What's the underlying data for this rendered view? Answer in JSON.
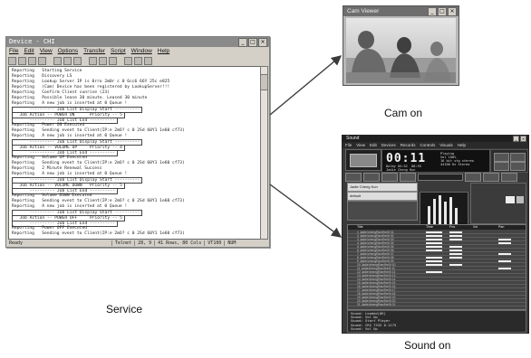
{
  "figure": {
    "captions": {
      "cam": "Cam on",
      "service": "Service",
      "sound": "Sound on"
    }
  },
  "terminal": {
    "title": "Device - CHI",
    "menu": [
      "File",
      "Edit",
      "View",
      "Options",
      "Transfer",
      "Script",
      "Window",
      "Help"
    ],
    "log_lines": [
      "Reporting   Starting Service",
      "Reporting   Discovery LS",
      "Reporting   Lookup Server IP is 0rro 2m0r c 0 6cc6 66Y 25c e825",
      "Reporting   (Cam) Device has been registered by LookupServer!!!",
      "Reporting   Confirm Client sunrise (23)",
      "Reporting   Possible lease 30 minute. Leased 30 minute",
      "Reporting   A new job is inserted at 0 Queue !",
      "      ---------- Job List Display Start ----------",
      "  Job Action -- POWER ON      Priority -- 5",
      "      ---------- Job List End ----------",
      "Reporting   Power ON Executed",
      "Reporting   Sending event to Client(IP:e 2mO? c 0 2Sd 60Y1 1e60 cf73)",
      "Reporting   A new job is inserted at 0 Queue !",
      "      ---------- Job List Display Start ----------",
      "  Job Action -- VOLUME UP     Priority -- 4",
      "      ---------- Job List End ----------",
      "Reporting   Volume UP Executed",
      "Reporting   Sending event to Client(IP:e 2mO? c 0 2Sd 60Y1 1e60 cf73)",
      "Reporting   2 Minute Renewal Success",
      "Reporting   A new job is inserted at 0 Queue !",
      "      ---------- Job List Display Start ----------",
      "  Job Action -- VOLUME DOWN   Priority -- 5",
      "      ---------- Job List End ----------",
      "Reporting   Volume DOWN Executed",
      "Reporting   Sending event to Client(IP:e 2mO? c 0 2Sd 60Y1 1e60 cf73)",
      "Reporting   A new job is inserted at 0 Queue !",
      "      ---------- Job List Display Start ----------",
      "  Job Action -- POWER OFF     Priority -- 5",
      "      ---------- Job List End ----------",
      "Reporting   Power OFF Executed",
      "Reporting   Sending event to Client(IP:e 2mO? c 0 2Sd 60Y1 1e60 cf73)"
    ],
    "status": [
      "Ready",
      "Telnet",
      "28, 9",
      "41 Rows, 80 Cols",
      "VT100",
      "NUM"
    ]
  },
  "cam_window": {
    "title": "Cam Viewer"
  },
  "sound_window": {
    "title": "Sound",
    "menu": [
      "File",
      "View",
      "Edit",
      "Devices",
      "Records",
      "Controls",
      "Visuals",
      "Help"
    ],
    "timer": "00:11",
    "info_lines": [
      "Playing",
      "Vol 100%",
      "16 bit stg stereo",
      "Dolby 05:52  08:55",
      "44100 Hz Stereo",
      "Jadie Cheng Kun"
    ],
    "track": "Jadie Cheng Kun",
    "preset": "default",
    "columns": [
      "Title",
      "Time",
      "Pos",
      "Vol",
      "Pan"
    ],
    "rows": [
      "1 Jadie/chengRan/fire0t 01",
      "2 Jadie/chengRan/fire0t 02",
      "3 Jadie/chengRan/fire0t 03",
      "4 Jadie/chengRan/fire0t 04",
      "5 Jadie/chengRan/fire0t 05",
      "6 Jadie/chengRan/fire0t 06",
      "7 Jadie/chengRan/fire0t 07",
      "8 Jadie/chengRan/fire0t 08",
      "9 Jadie/chengRan/fire0t 09",
      "10 Jadie/chengRan/fire0t 10",
      "11 Jadie/chengRan/fire0t 11",
      "12 Jadie/chengRan/fire0t 12",
      "13 Jadie/chengRan/fire0t 13",
      "14 Jadie/chengRan/fire0t 14",
      "15 Jadie/chengRan/fire0t 15",
      "16 Jadie/chengRan/fire0t 16",
      "17 Jadie/chengRan/fire0t 17",
      "18 Jadie/chengRan/fire0t 18",
      "19 Jadie/chengRan/fire0t 19",
      "20 Jadie/chengRan/fire0t 20",
      "21 Jadie/chengRan/fire0t 21"
    ],
    "log_lines": [
      "Sound: Loaded(OK)",
      "Sound: Vol Up",
      "Sound: Start Player",
      "Sound: CRS 7332 6.1175",
      "Sound: Vol Up"
    ]
  },
  "colors": {
    "arrow": "#3a3a3a",
    "terminal_bg": "#ffffff",
    "sound_bg": "#3a3a3a"
  }
}
